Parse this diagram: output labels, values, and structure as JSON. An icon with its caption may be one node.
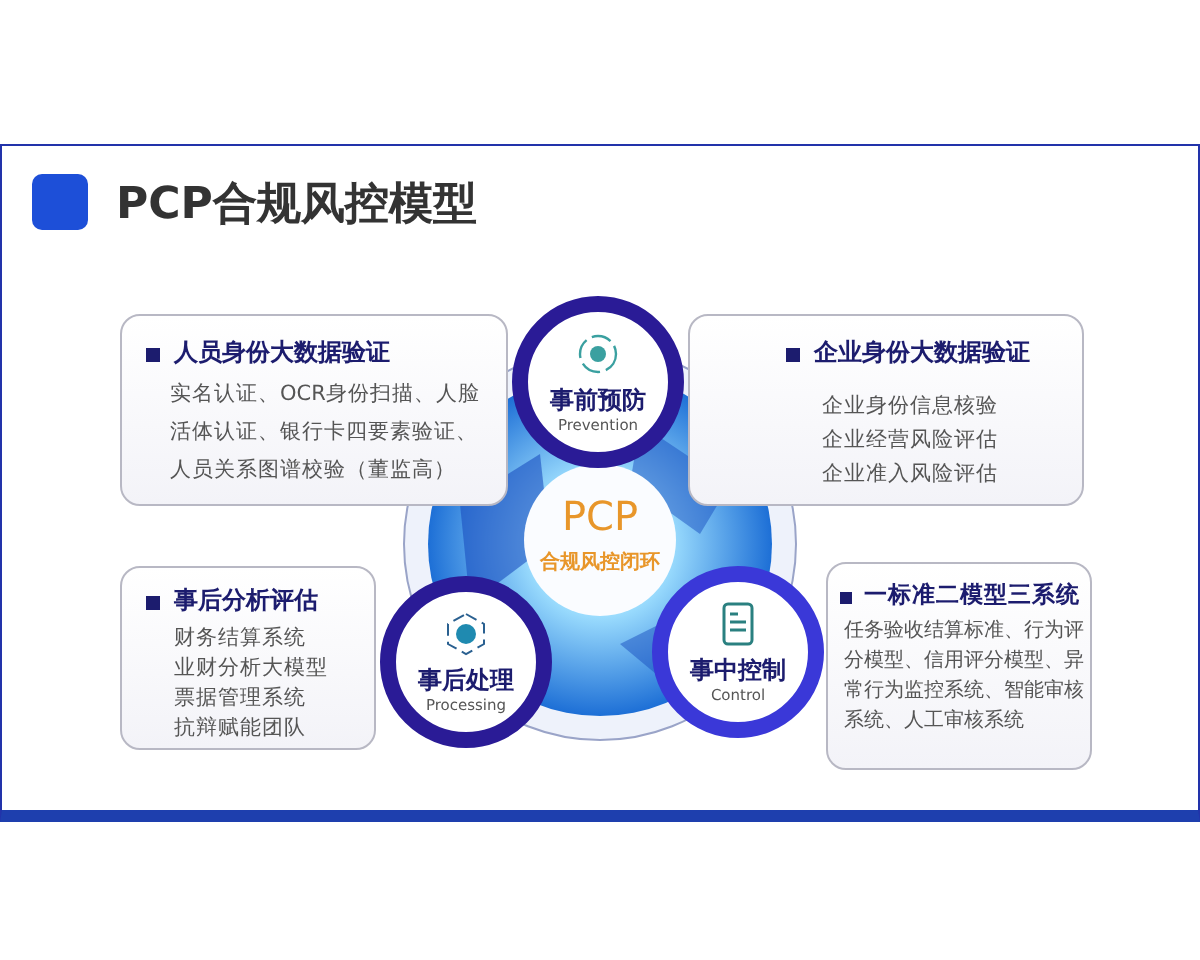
{
  "diagram": {
    "title": "PCP合规风控模型",
    "nodes": [
      {
        "text": [
          "人员身份大数据验证",
          "实名认证、OCR身份扫描、人脸活体认证、银行卡四要素验证、人员关系图谱校验（董监高）"
        ]
      },
      {
        "text": [
          "事前预防",
          "Prevention"
        ]
      },
      {
        "text": [
          "企业身份大数据验证",
          "企业身份信息核验",
          "企业经营风险评估",
          "企业准入风险评估"
        ]
      },
      {
        "text": [
          "PCP",
          "合规风控闭环"
        ]
      },
      {
        "text": [
          "事后分析评估",
          "财务结算系统",
          "业财分析大模型",
          "票据管理系统",
          "抗辩赋能团队"
        ]
      },
      {
        "text": [
          "事后处理",
          "Processing"
        ]
      },
      {
        "text": [
          "事中控制",
          "Control"
        ]
      },
      {
        "text": [
          "一标准二模型三系统",
          "任务验收结算标准、行为评分模型、信用评分模型、异常行为监控系统、智能审核系统、人工审核系统"
        ]
      }
    ]
  }
}
